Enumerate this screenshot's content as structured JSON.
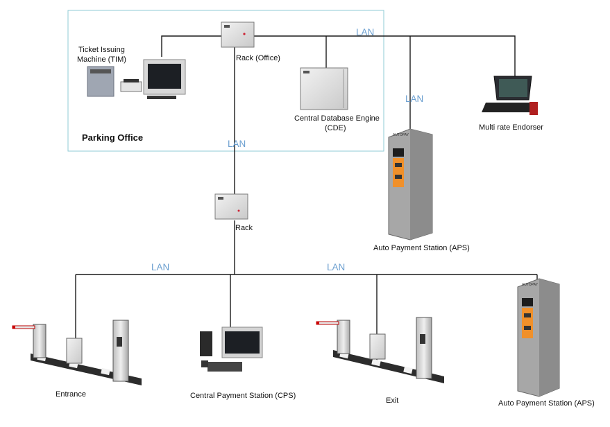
{
  "office_box": {
    "title": "Parking Office"
  },
  "lan_labels": [
    "LAN",
    "LAN",
    "LAN",
    "LAN",
    "LAN"
  ],
  "devices": {
    "rack_office": "Rack (Office)",
    "tim_line1": "Ticket Issuing",
    "tim_line2": "Machine (TIM)",
    "cde_line1": "Central Database Engine",
    "cde_line2": "(CDE)",
    "endorser": "Multi rate Endorser",
    "aps_top": "Auto Payment Station (APS)",
    "rack": "Rack",
    "entrance": "Entrance",
    "cps": "Central Payment Station (CPS)",
    "exit": "Exit",
    "aps_bottom": "Auto Payment Station (APS)"
  },
  "kiosk_brand": "AUTOPAY",
  "colors": {
    "lan": "#6b9fd0",
    "office_border": "#8fcbd6",
    "wire": "#1a1a1a",
    "kiosk_accent": "#f0902a"
  }
}
